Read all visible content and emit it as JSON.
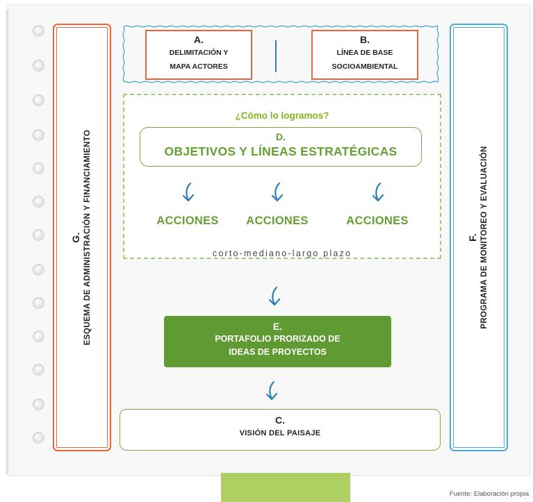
{
  "side_left": {
    "letter": "G.",
    "text": "ESQUEMA DE ADMINISTRACIÓN Y FINANCIAMIENTO",
    "color": "#e8643a"
  },
  "side_right": {
    "letter": "F.",
    "text": "PROGRAMA DE MONITOREO Y EVALUACIÓN",
    "color": "#4aa9d8"
  },
  "box_a": {
    "letter": "A.",
    "line1": "DELIMITACIÓN Y",
    "line2": "MAPA ACTORES"
  },
  "box_b": {
    "letter": "B.",
    "line1": "LÍNEA DE BASE",
    "line2": "SOCIOAMBIENTAL"
  },
  "question": "¿Cómo lo logramos?",
  "box_d": {
    "letter": "D.",
    "title": "OBJETIVOS Y LÍNEAS ESTRATÉGICAS"
  },
  "actions": [
    "ACCIONES",
    "ACCIONES",
    "ACCIONES"
  ],
  "timeframe": "corto-mediano-largo plazo",
  "box_e": {
    "letter": "E.",
    "line1": "PORTAFOLIO PRORIZADO DE",
    "line2": "IDEAS DE PROYECTOS",
    "color": "#5f9a32"
  },
  "box_c": {
    "letter": "C.",
    "title": "VISIÓN DEL PAISAJE"
  },
  "source": "Fuente: Elaboración propia",
  "colors": {
    "green_text": "#64a032",
    "question": "#86b21e",
    "arrow": "#2e7db7"
  },
  "icons": {
    "arrow": "curved-down-arrow-icon"
  }
}
